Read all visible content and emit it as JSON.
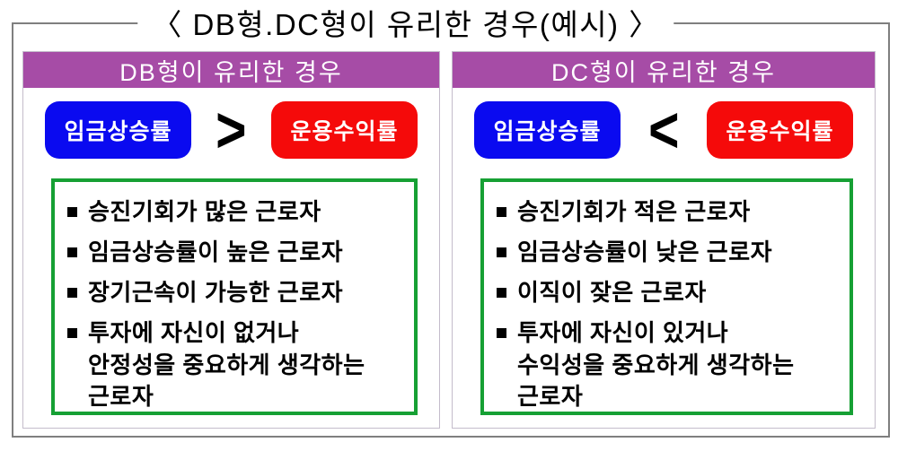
{
  "title": "〈  DB형.DC형이  유리한  경우(예시) 〉",
  "panels": [
    {
      "header": "DB형이 유리한 경우",
      "wage_label": "임금상승률",
      "operator": ">",
      "return_label": "운용수익률",
      "bullets": [
        "승진기회가 많은 근로자",
        "임금상승률이 높은 근로자",
        "장기근속이 가능한 근로자",
        "투자에 자신이 없거나\n안정성을 중요하게 생각하는\n근로자"
      ]
    },
    {
      "header": "DC형이 유리한 경우",
      "wage_label": "임금상승률",
      "operator": "<",
      "return_label": "운용수익률",
      "bullets": [
        "승진기회가 적은 근로자",
        "임금상승률이 낮은 근로자",
        "이직이 잦은 근로자",
        "투자에 자신이 있거나\n수익성을 중요하게 생각하는\n근로자"
      ]
    }
  ],
  "colors": {
    "header_purple": "#A64CA6",
    "wage_blue": "#0A0AF0",
    "return_red": "#F50A0A",
    "list_border_green": "#16A034",
    "outer_border_gray": "#7F7F7F",
    "panel_border_gray": "#C4BCCB"
  }
}
